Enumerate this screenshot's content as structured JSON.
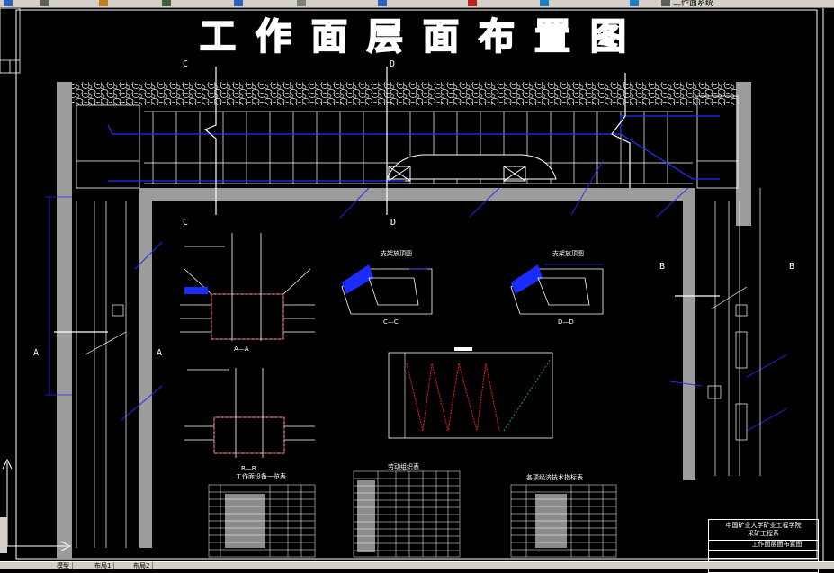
{
  "app": {
    "toolbar_label": "工作面系统"
  },
  "drawing": {
    "title": "工作面层面布置图",
    "section_labels": {
      "c_top": "C",
      "d_top": "D",
      "c_mid": "C",
      "d_mid": "D",
      "a_left": "A",
      "a_right": "A",
      "b_left": "B",
      "b_right": "B"
    },
    "sections": {
      "aa": "A—A",
      "bb": "B—B",
      "cc": "C—C",
      "dd": "D—D",
      "cc_title": "支架放顶图",
      "dd_title": "支架放顶图"
    },
    "tables": {
      "left": "工作面设备一览表",
      "middle": "劳动组织表",
      "right": "各项经济技术指标表"
    },
    "title_block": {
      "line1": "中国矿业大学矿业工程学院",
      "line2": "采矿工程系",
      "line3": "工作面层面布置图"
    }
  },
  "statusbar": {
    "items": [
      "模型",
      "布局1",
      "布局2"
    ]
  },
  "colors": {
    "background": "#000000",
    "line": "#ffffff",
    "accent_blue": "#1a2cff",
    "accent_red": "#ff2020",
    "accent_green": "#20c020",
    "wall_gray": "#a0a0a0"
  }
}
